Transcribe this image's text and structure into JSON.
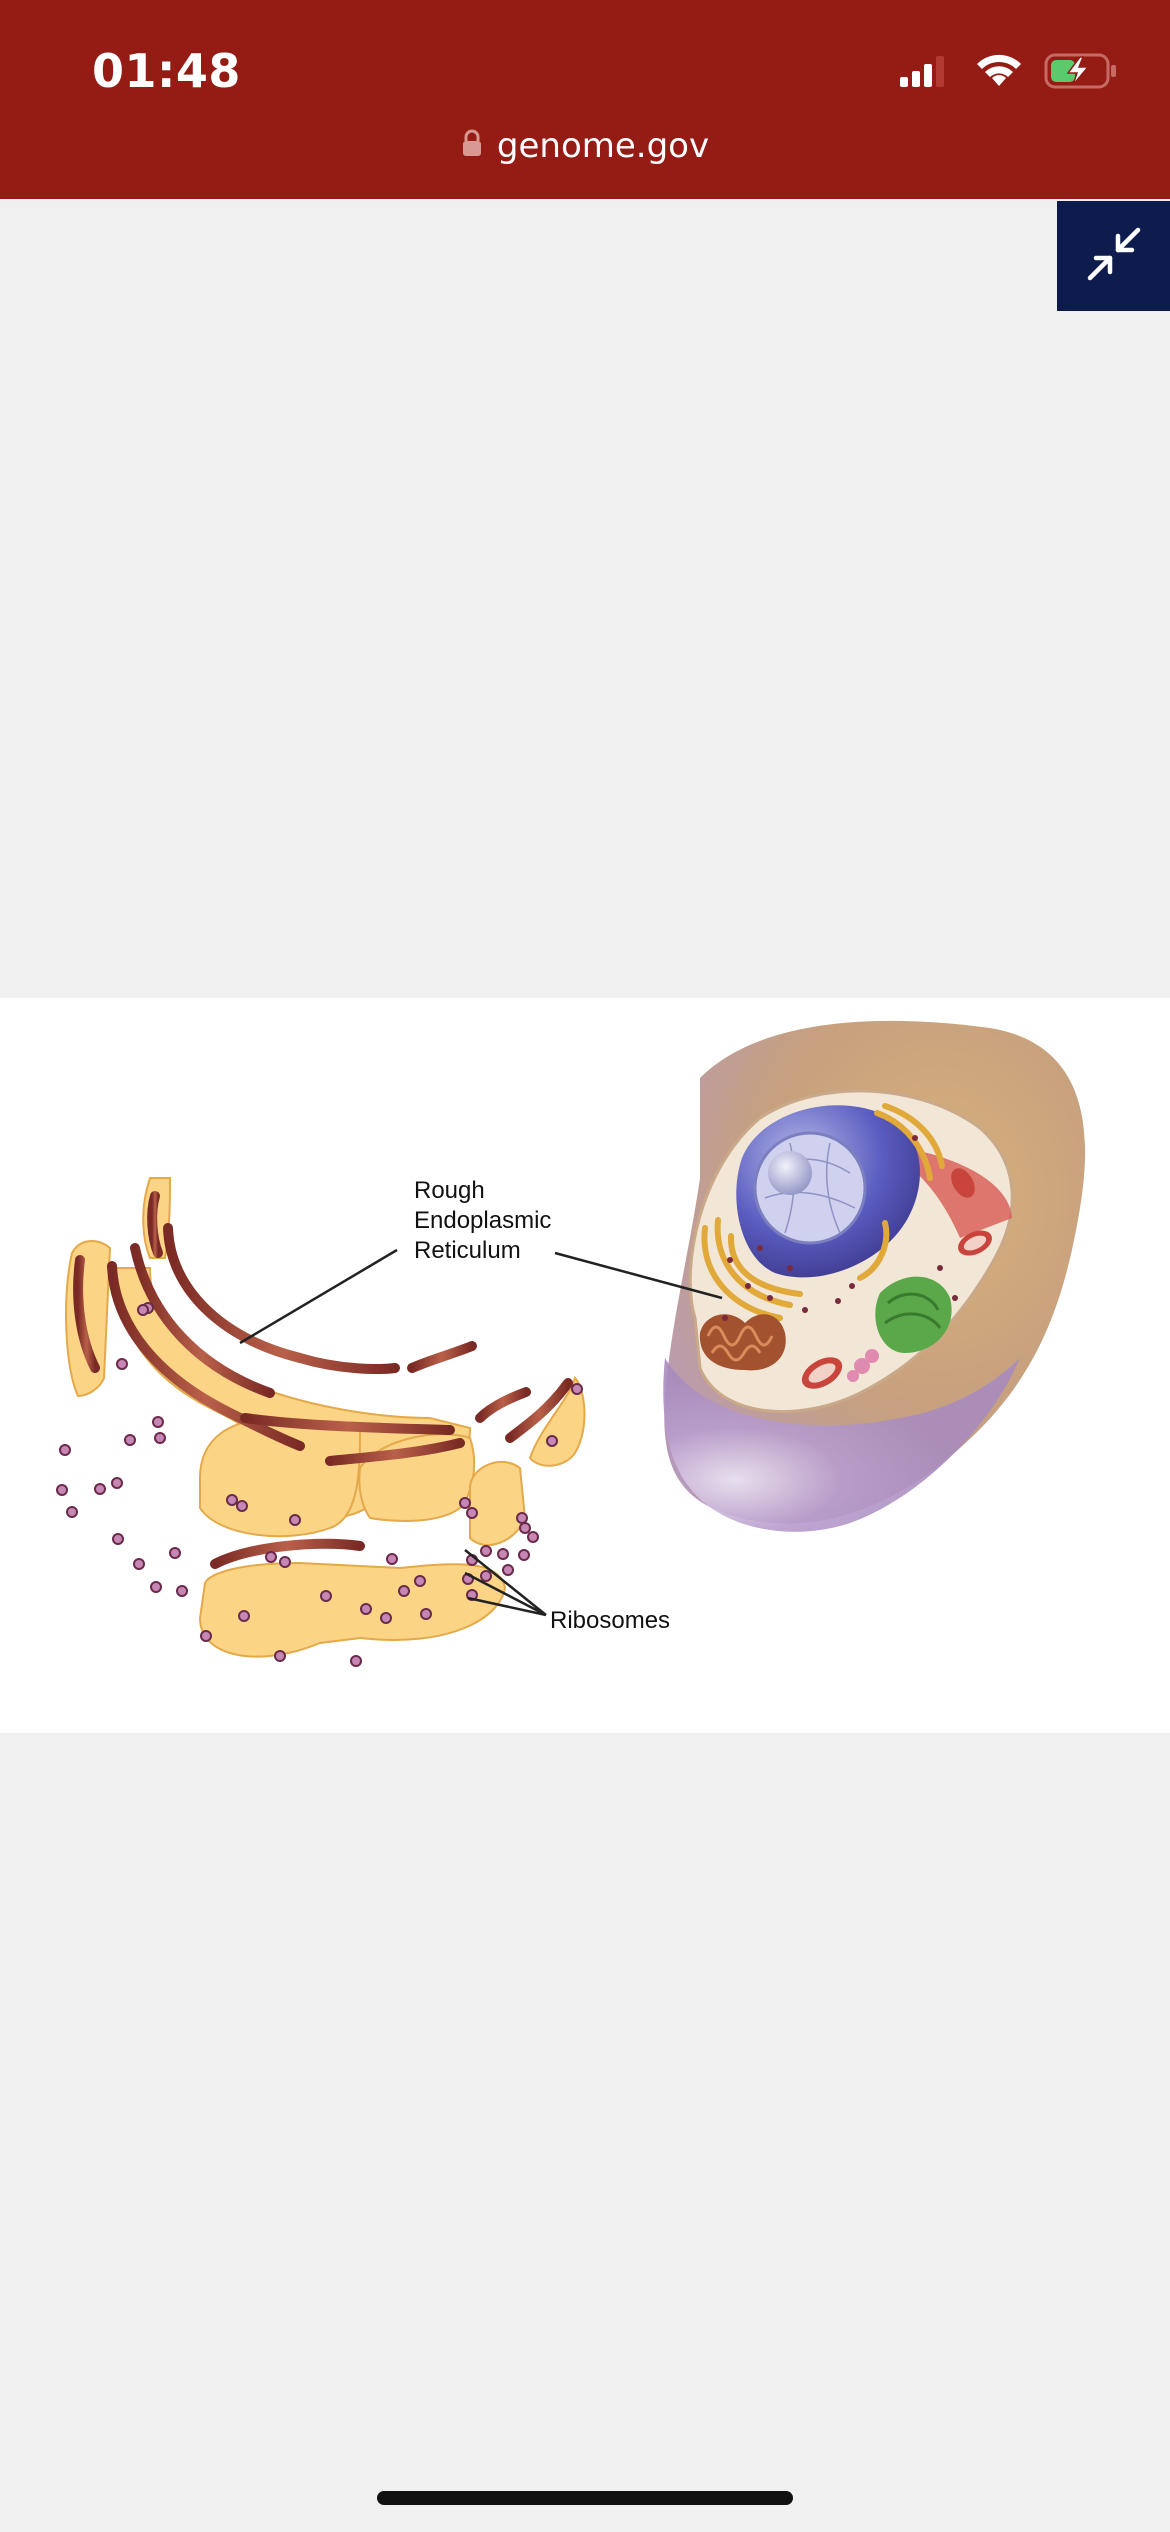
{
  "status_bar": {
    "time": "01:48",
    "background_color": "#941c14",
    "icons": [
      "signal-icon",
      "wifi-icon",
      "battery-charging-icon"
    ]
  },
  "browser": {
    "url": "genome.gov",
    "secure_icon": "lock-icon"
  },
  "controls": {
    "collapse_icon": "collapse-arrows-icon",
    "button_color": "#0e1b4d"
  },
  "figure": {
    "labels": {
      "rough_er_line1": "Rough",
      "rough_er_line2": "Endoplasmic",
      "rough_er_line3": "Reticulum",
      "ribosomes": "Ribosomes"
    }
  }
}
